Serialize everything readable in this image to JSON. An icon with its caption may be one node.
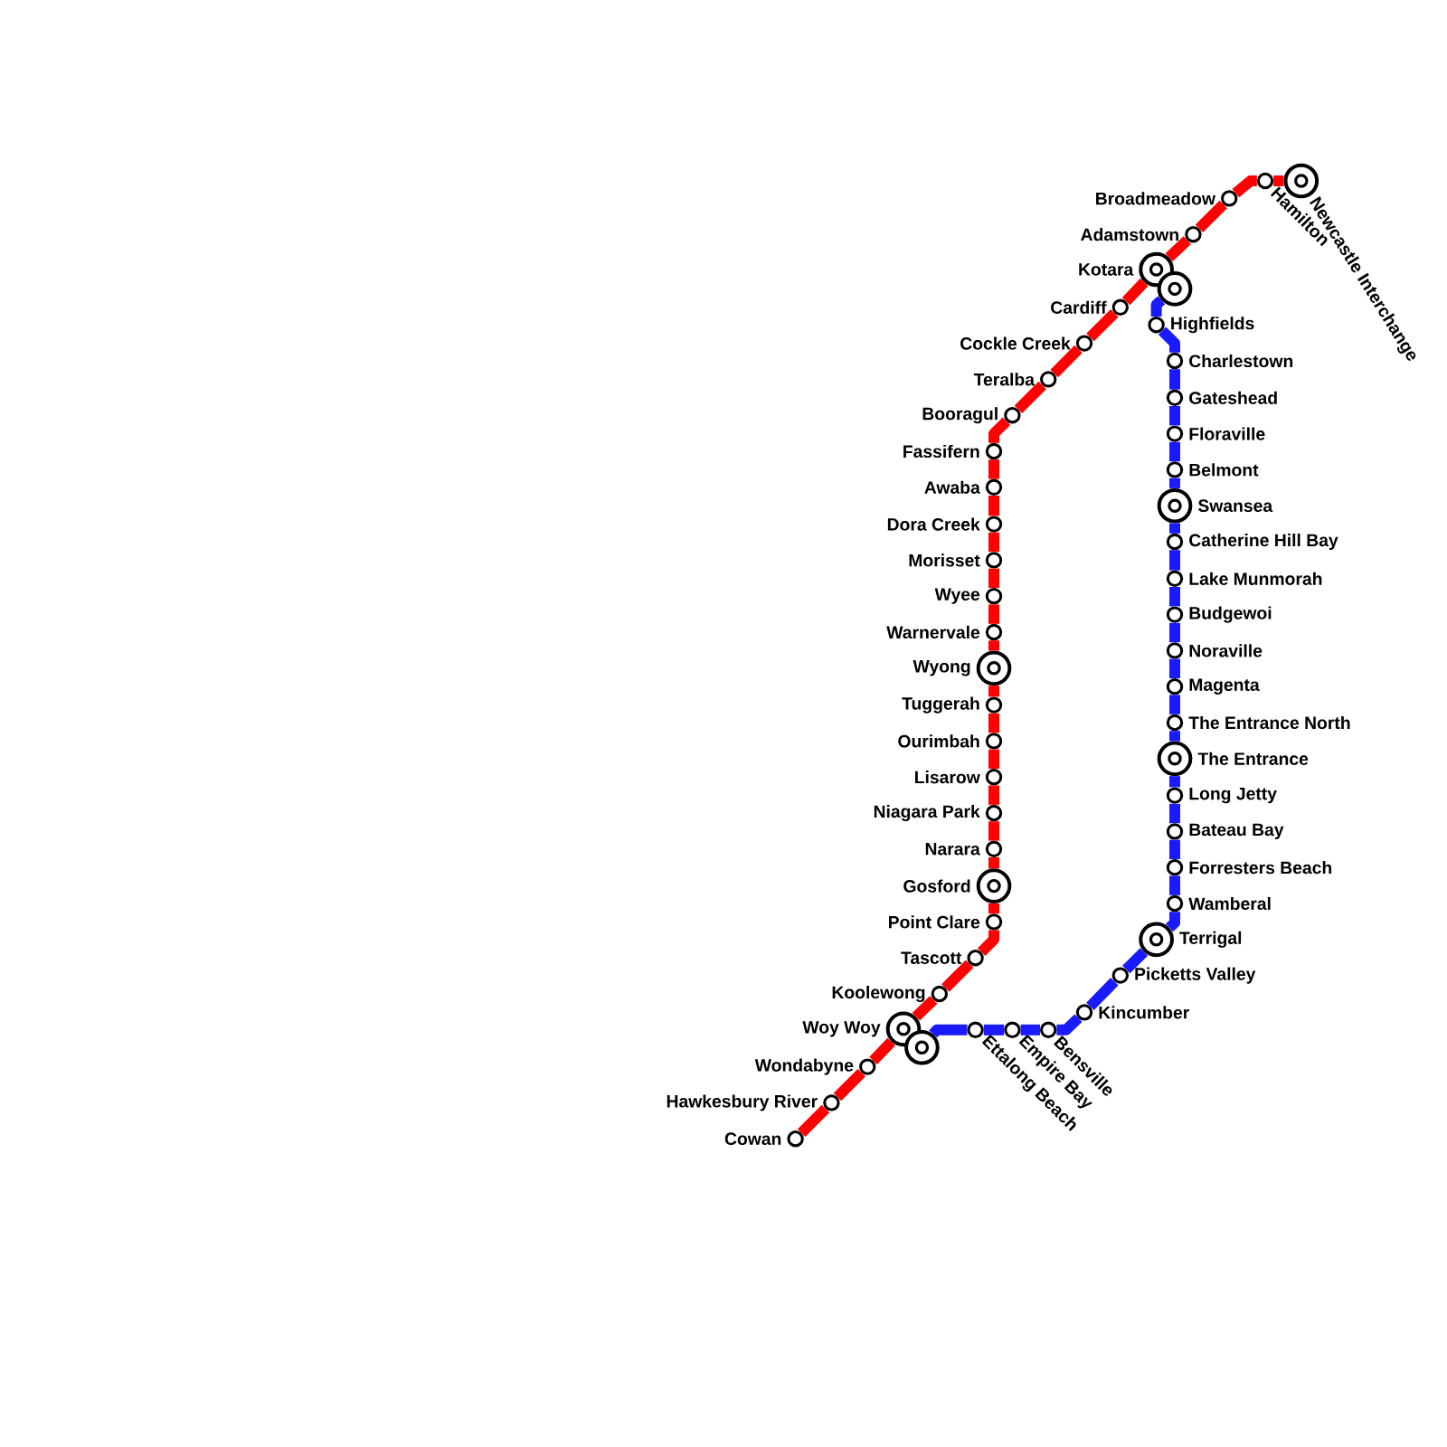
{
  "diagram": {
    "nodes": [
      {
        "text": [
          "Newcastle Interchange"
        ]
      },
      {
        "text": [
          "Hamilton"
        ]
      },
      {
        "text": [
          "Broadmeadow"
        ]
      },
      {
        "text": [
          "Adamstown"
        ]
      },
      {
        "text": [
          "Kotara"
        ]
      },
      {
        "text": [
          "Cardiff"
        ]
      },
      {
        "text": [
          "Cockle Creek"
        ]
      },
      {
        "text": [
          "Teralba"
        ]
      },
      {
        "text": [
          "Booragul"
        ]
      },
      {
        "text": [
          "Fassifern"
        ]
      },
      {
        "text": [
          "Awaba"
        ]
      },
      {
        "text": [
          "Dora Creek"
        ]
      },
      {
        "text": [
          "Morisset"
        ]
      },
      {
        "text": [
          "Wyee"
        ]
      },
      {
        "text": [
          "Warnervale"
        ]
      },
      {
        "text": [
          "Wyong"
        ]
      },
      {
        "text": [
          "Tuggerah"
        ]
      },
      {
        "text": [
          "Ourimbah"
        ]
      },
      {
        "text": [
          "Lisarow"
        ]
      },
      {
        "text": [
          "Niagara Park"
        ]
      },
      {
        "text": [
          "Narara"
        ]
      },
      {
        "text": [
          "Gosford"
        ]
      },
      {
        "text": [
          "Point Clare"
        ]
      },
      {
        "text": [
          "Tascott"
        ]
      },
      {
        "text": [
          "Koolewong"
        ]
      },
      {
        "text": [
          "Woy Woy"
        ]
      },
      {
        "text": [
          "Wondabyne"
        ]
      },
      {
        "text": [
          "Hawkesbury River"
        ]
      },
      {
        "text": [
          "Cowan"
        ]
      },
      {
        "text": [],
        "shape": "circle"
      },
      {
        "text": [
          "Highfields"
        ]
      },
      {
        "text": [
          "Charlestown"
        ]
      },
      {
        "text": [
          "Gateshead"
        ]
      },
      {
        "text": [
          "Floraville"
        ]
      },
      {
        "text": [
          "Belmont"
        ]
      },
      {
        "text": [
          "Swansea"
        ]
      },
      {
        "text": [
          "Catherine Hill Bay"
        ]
      },
      {
        "text": [
          "Lake Munmorah"
        ]
      },
      {
        "text": [
          "Budgewoi"
        ]
      },
      {
        "text": [
          "Noraville"
        ]
      },
      {
        "text": [
          "Magenta"
        ]
      },
      {
        "text": [
          "The Entrance North"
        ]
      },
      {
        "text": [
          "The Entrance"
        ]
      },
      {
        "text": [
          "Long Jetty"
        ]
      },
      {
        "text": [
          "Bateau Bay"
        ]
      },
      {
        "text": [
          "Forresters Beach"
        ]
      },
      {
        "text": [
          "Wamberal"
        ]
      },
      {
        "text": [
          "Terrigal"
        ]
      },
      {
        "text": [
          "Picketts Valley"
        ]
      },
      {
        "text": [
          "Kincumber"
        ]
      },
      {
        "text": [
          "Bensville"
        ]
      },
      {
        "text": [
          "Empire Bay"
        ]
      },
      {
        "text": [
          "Ettalong Beach"
        ]
      },
      {
        "text": [],
        "shape": "circle"
      }
    ],
    "edges": [
      {
        "from": 0,
        "to": 1,
        "arrow": "none"
      },
      {
        "from": 1,
        "to": 2,
        "arrow": "none"
      },
      {
        "from": 2,
        "to": 3,
        "arrow": "none"
      },
      {
        "from": 3,
        "to": 4,
        "arrow": "none"
      },
      {
        "from": 4,
        "to": 5,
        "arrow": "none"
      },
      {
        "from": 5,
        "to": 6,
        "arrow": "none"
      },
      {
        "from": 6,
        "to": 7,
        "arrow": "none"
      },
      {
        "from": 7,
        "to": 8,
        "arrow": "none"
      },
      {
        "from": 8,
        "to": 9,
        "arrow": "none"
      },
      {
        "from": 9,
        "to": 10,
        "arrow": "none"
      },
      {
        "from": 10,
        "to": 11,
        "arrow": "none"
      },
      {
        "from": 11,
        "to": 12,
        "arrow": "none"
      },
      {
        "from": 12,
        "to": 13,
        "arrow": "none"
      },
      {
        "from": 13,
        "to": 14,
        "arrow": "none"
      },
      {
        "from": 14,
        "to": 15,
        "arrow": "none"
      },
      {
        "from": 15,
        "to": 16,
        "arrow": "none"
      },
      {
        "from": 16,
        "to": 17,
        "arrow": "none"
      },
      {
        "from": 17,
        "to": 18,
        "arrow": "none"
      },
      {
        "from": 18,
        "to": 19,
        "arrow": "none"
      },
      {
        "from": 19,
        "to": 20,
        "arrow": "none"
      },
      {
        "from": 20,
        "to": 21,
        "arrow": "none"
      },
      {
        "from": 21,
        "to": 22,
        "arrow": "none"
      },
      {
        "from": 22,
        "to": 23,
        "arrow": "none"
      },
      {
        "from": 23,
        "to": 24,
        "arrow": "none"
      },
      {
        "from": 24,
        "to": 25,
        "arrow": "none"
      },
      {
        "from": 25,
        "to": 26,
        "arrow": "none"
      },
      {
        "from": 26,
        "to": 27,
        "arrow": "none"
      },
      {
        "from": 27,
        "to": 28,
        "arrow": "none"
      },
      {
        "from": 29,
        "to": 30,
        "arrow": "none",
        "color": "#1a1aff"
      },
      {
        "from": 30,
        "to": 31,
        "arrow": "none",
        "color": "#1a1aff"
      },
      {
        "from": 31,
        "to": 32,
        "arrow": "none",
        "color": "#1a1aff"
      },
      {
        "from": 32,
        "to": 33,
        "arrow": "none",
        "color": "#1a1aff"
      },
      {
        "from": 33,
        "to": 34,
        "arrow": "none",
        "color": "#1a1aff"
      },
      {
        "from": 34,
        "to": 35,
        "arrow": "none",
        "color": "#1a1aff"
      },
      {
        "from": 35,
        "to": 36,
        "arrow": "none",
        "color": "#1a1aff"
      },
      {
        "from": 36,
        "to": 37,
        "arrow": "none",
        "color": "#1a1aff"
      },
      {
        "from": 37,
        "to": 38,
        "arrow": "none",
        "color": "#1a1aff"
      },
      {
        "from": 38,
        "to": 39,
        "arrow": "none",
        "color": "#1a1aff"
      },
      {
        "from": 39,
        "to": 40,
        "arrow": "none",
        "color": "#1a1aff"
      },
      {
        "from": 40,
        "to": 41,
        "arrow": "none",
        "color": "#1a1aff"
      },
      {
        "from": 41,
        "to": 42,
        "arrow": "none",
        "color": "#1a1aff"
      },
      {
        "from": 42,
        "to": 43,
        "arrow": "none",
        "color": "#1a1aff"
      },
      {
        "from": 43,
        "to": 44,
        "arrow": "none",
        "color": "#1a1aff"
      },
      {
        "from": 44,
        "to": 45,
        "arrow": "none",
        "color": "#1a1aff"
      },
      {
        "from": 45,
        "to": 46,
        "arrow": "none",
        "color": "#1a1aff"
      },
      {
        "from": 46,
        "to": 47,
        "arrow": "none",
        "color": "#1a1aff"
      },
      {
        "from": 47,
        "to": 48,
        "arrow": "none",
        "color": "#1a1aff"
      },
      {
        "from": 48,
        "to": 49,
        "arrow": "none",
        "color": "#1a1aff"
      },
      {
        "from": 49,
        "to": 50,
        "arrow": "none",
        "color": "#1a1aff"
      },
      {
        "from": 50,
        "to": 51,
        "arrow": "none",
        "color": "#1a1aff"
      },
      {
        "from": 51,
        "to": 52,
        "arrow": "none",
        "color": "#1a1aff"
      },
      {
        "from": 52,
        "to": 53,
        "arrow": "none",
        "color": "#1a1aff"
      }
    ]
  }
}
